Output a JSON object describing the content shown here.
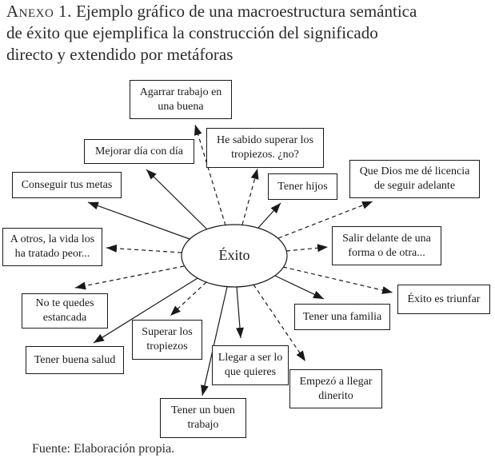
{
  "title": {
    "prefix": "Anexo 1.",
    "line1_rest": " Ejemplo gráfico de una macroestructura semántica",
    "line2": "de éxito que ejemplifica la construcción del significado",
    "line3": "directo y extendido por metáforas"
  },
  "diagram": {
    "center": {
      "label": "Éxito"
    },
    "nodes": [
      {
        "id": "agarrar-trabajo",
        "label": "Agarrar trabajo en\nuna buena",
        "connector": "dashed"
      },
      {
        "id": "mejorar-dia",
        "label": "Mejorar día con día",
        "connector": "solid"
      },
      {
        "id": "he-sabido-superar",
        "label": "He sabido superar los\ntropiezos. ¿no?",
        "connector": "dashed"
      },
      {
        "id": "tener-hijos",
        "label": "Tener hijos",
        "connector": "solid"
      },
      {
        "id": "que-dios",
        "label": "Que Dios me dé licencia\nde seguir adelante",
        "connector": "dashed"
      },
      {
        "id": "conseguir-metas",
        "label": "Conseguir tus metas",
        "connector": "solid"
      },
      {
        "id": "salir-delante",
        "label": "Salir delante de una\nforma o de otra...",
        "connector": "dashed"
      },
      {
        "id": "a-otros-la-vida",
        "label": "A otros, la vida los\nha tratado peor...",
        "connector": "dashed"
      },
      {
        "id": "exito-es-triunfar",
        "label": "Éxito es triunfar",
        "connector": "dashed"
      },
      {
        "id": "no-te-quedes",
        "label": "No te quedes\nestancada",
        "connector": "dashed"
      },
      {
        "id": "tener-familia",
        "label": "Tener una familia",
        "connector": "solid"
      },
      {
        "id": "tener-buena-salud",
        "label": "Tener buena salud",
        "connector": "solid"
      },
      {
        "id": "superar-tropiezos",
        "label": "Superar los\ntropiezos",
        "connector": "dashed"
      },
      {
        "id": "llegar-a-ser",
        "label": "Llegar a ser lo\nque quieres",
        "connector": "solid"
      },
      {
        "id": "empezo-dinerito",
        "label": "Empezó a llegar\ndinerito",
        "connector": "dashed"
      },
      {
        "id": "tener-buen-trabajo",
        "label": "Tener un buen\ntrabajo",
        "connector": "solid"
      }
    ]
  },
  "source_note": "Fuente: Elaboración propia.",
  "colors": {
    "ink": "#1a1a1a",
    "background": "#ffffff"
  }
}
